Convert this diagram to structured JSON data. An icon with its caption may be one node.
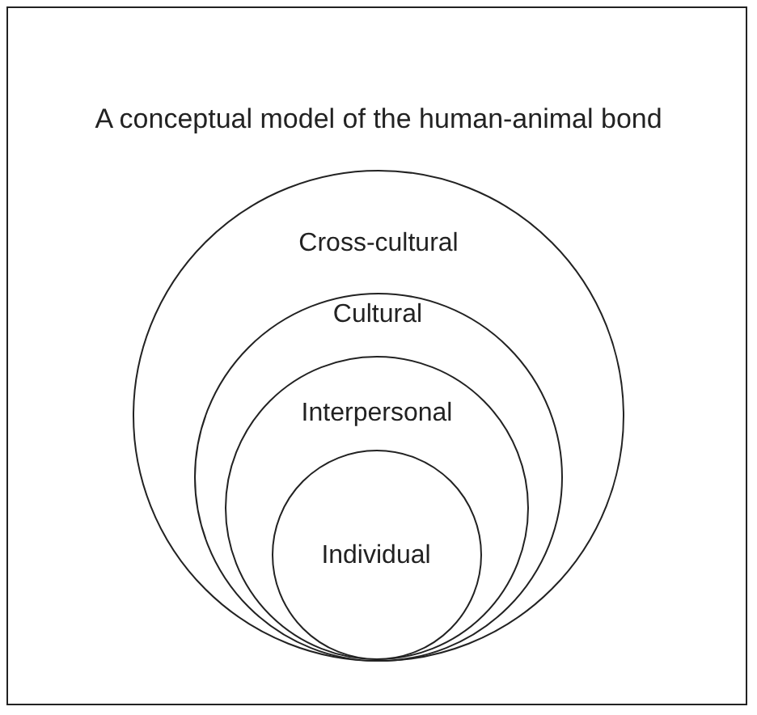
{
  "diagram": {
    "title": "A conceptual model of the human-animal bond",
    "nodes": [
      {
        "text": [
          "Cross-cultural"
        ]
      },
      {
        "text": [
          "Cultural"
        ],
        "in": 0
      },
      {
        "text": [
          "Interpersonal"
        ],
        "in": 1
      },
      {
        "text": [
          "Individual"
        ],
        "in": 2
      }
    ]
  }
}
